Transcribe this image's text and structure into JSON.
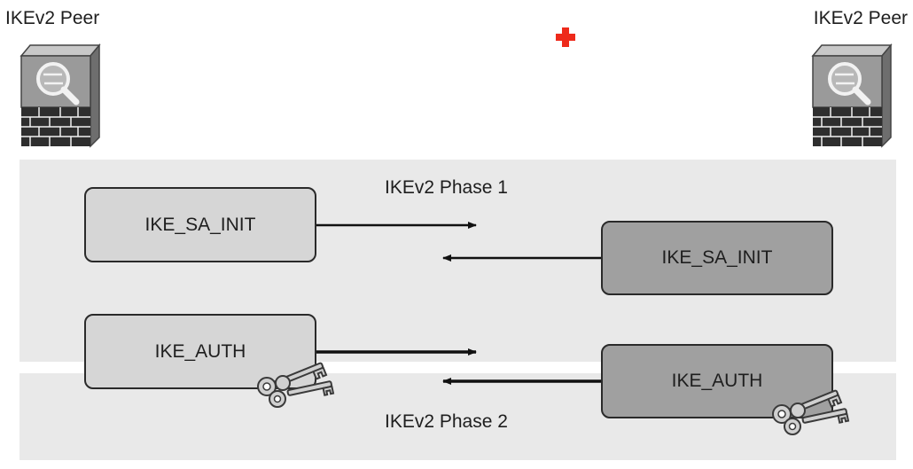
{
  "peers": {
    "left_label": "IKEv2 Peer",
    "right_label": "IKEv2 Peer",
    "icon": "firewall-device-icon"
  },
  "phases": {
    "phase1_label": "IKEv2 Phase 1",
    "phase2_label": "IKEv2 Phase 2"
  },
  "messages": {
    "init_left": "IKE_SA_INIT",
    "init_right": "IKE_SA_INIT",
    "auth_left": "IKE_AUTH",
    "auth_right": "IKE_AUTH"
  },
  "icons": {
    "key": "key-icon",
    "cross": "red-cross-icon"
  },
  "colors": {
    "band": "#e9e9e9",
    "box_light": "#d6d6d6",
    "box_dark": "#a0a0a0",
    "cross": "#ee2a1b"
  }
}
